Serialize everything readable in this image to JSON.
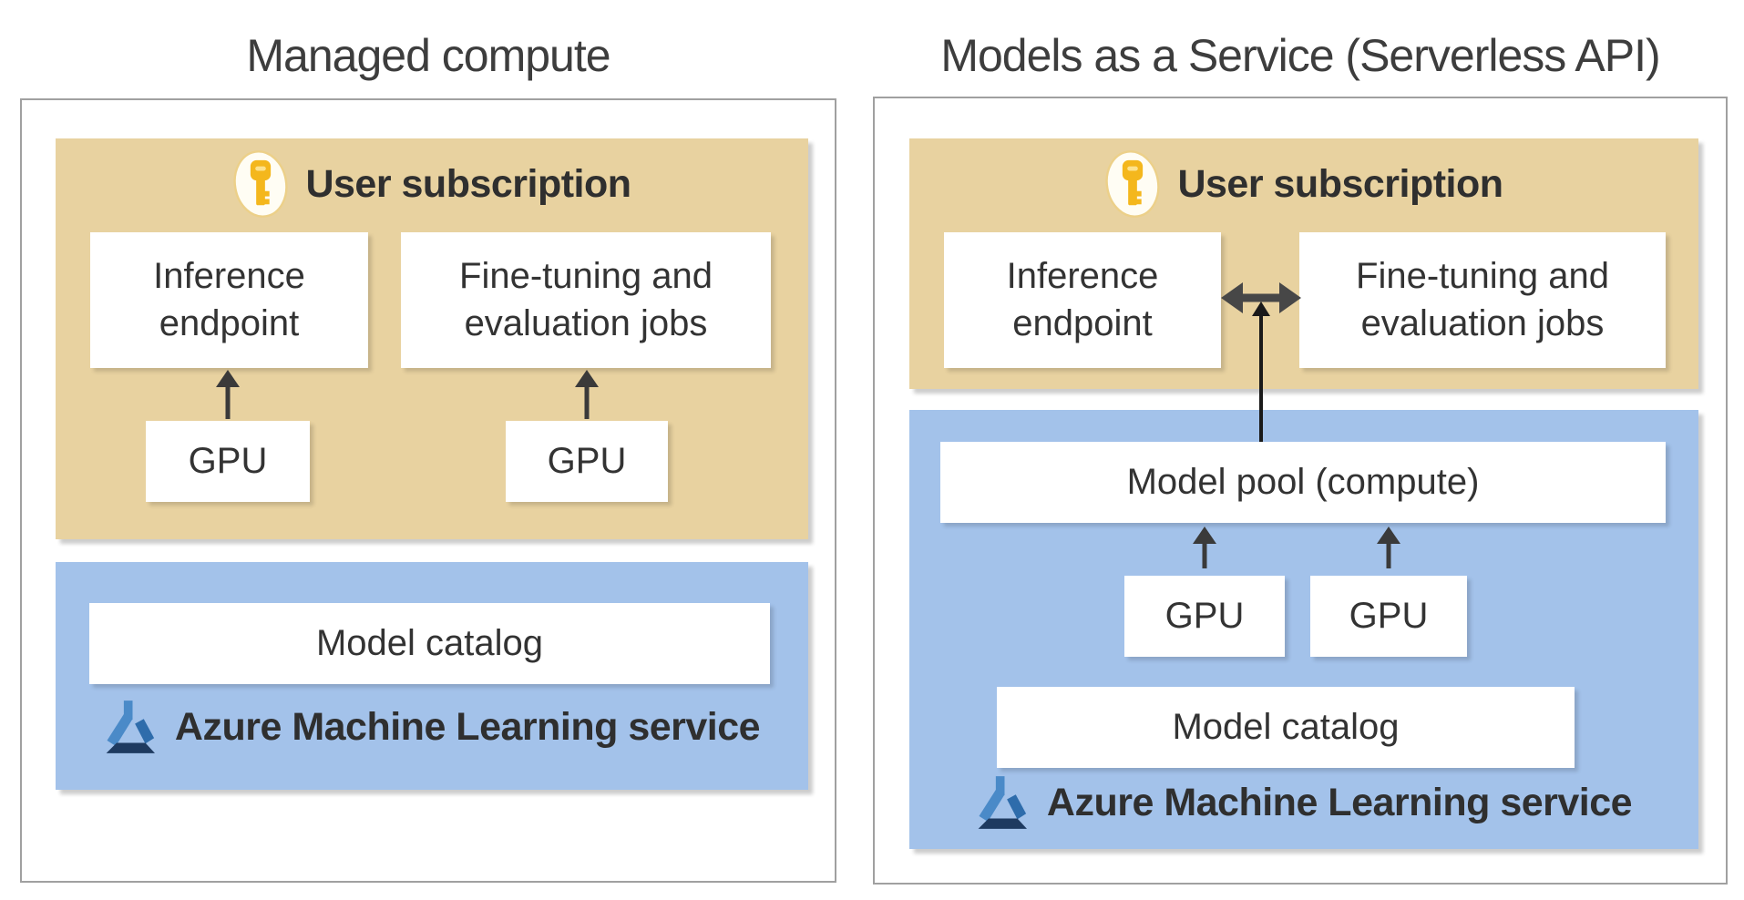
{
  "left": {
    "title": "Managed compute",
    "subscription_label": "User subscription",
    "inference_label": "Inference endpoint",
    "finetune_label": "Fine-tuning and evaluation jobs",
    "gpu_left_label": "GPU",
    "gpu_right_label": "GPU",
    "model_catalog_label": "Model catalog",
    "service_label": "Azure Machine Learning service"
  },
  "right": {
    "title": "Models as a Service (Serverless API)",
    "subscription_label": "User subscription",
    "inference_label": "Inference endpoint",
    "finetune_label": "Fine-tuning and evaluation jobs",
    "model_pool_label": "Model pool (compute)",
    "gpu_left_label": "GPU",
    "gpu_right_label": "GPU",
    "model_catalog_label": "Model catalog",
    "service_label": "Azure Machine Learning service"
  },
  "icons": {
    "subscription": "key-icon",
    "service": "azure-ml-flask-icon"
  },
  "colors": {
    "subscription_bg": "#e8d2a0",
    "service_bg": "#a3c2ea",
    "arrow_dark": "#3a3a3a",
    "arrow_black": "#1a1a1a",
    "double_arrow": "#474747",
    "panel_border": "#a0a0a0",
    "text": "#333333",
    "title_text": "#3d3d3d",
    "key_gold": "#f4b71d",
    "key_oval": "#fffdf4",
    "flask_light": "#4a8ac8",
    "flask_mid": "#2e6cab",
    "flask_dark": "#1e3a60"
  }
}
